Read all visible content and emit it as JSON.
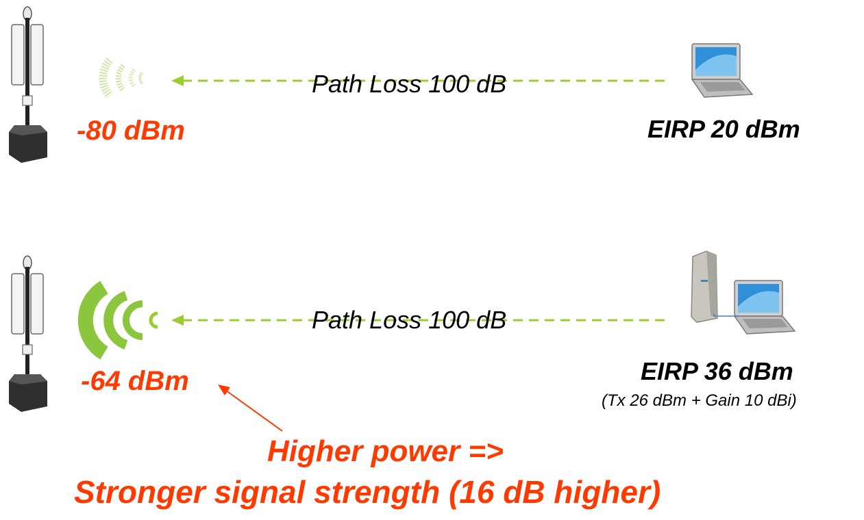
{
  "rows": [
    {
      "path_loss": "Path Loss 100 dB",
      "received": "-80 dBm",
      "eirp": "EIRP 20 dBm",
      "eirp_detail": null
    },
    {
      "path_loss": "Path Loss 100 dB",
      "received": "-64 dBm",
      "eirp": "EIRP 36 dBm",
      "eirp_detail": "(Tx 26 dBm + Gain 10 dBi)"
    }
  ],
  "conclusion": {
    "line1": "Higher power =>",
    "line2": "Stronger signal strength (16 dB higher)"
  },
  "colors": {
    "accent_red": "#ff3a00",
    "signal_green": "#8cc63f",
    "arrow_green": "#9acd32"
  },
  "icons": [
    "cell-tower-icon",
    "laptop-icon",
    "panel-antenna-icon",
    "signal-waves-icon"
  ]
}
